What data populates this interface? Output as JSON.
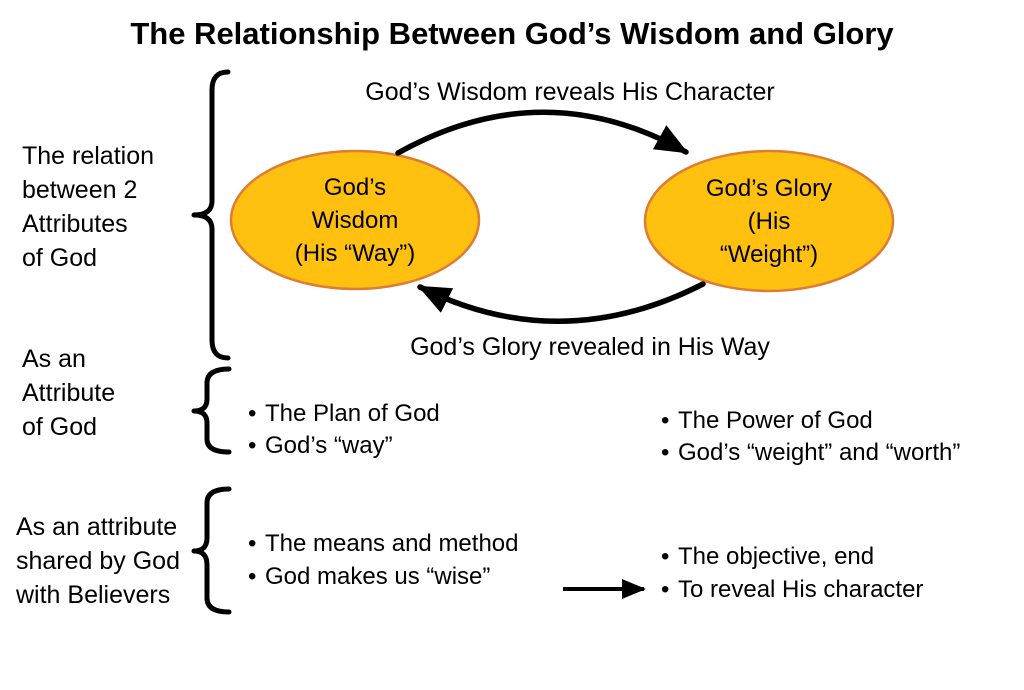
{
  "title": "The Relationship Between God’s Wisdom and Glory",
  "bullet_char": "•",
  "colors": {
    "ellipse_fill": "#FFC010",
    "ellipse_stroke": "#DE7C33",
    "arrow": "#000000"
  },
  "cycle": {
    "top_label": "God’s Wisdom reveals His Character",
    "bottom_label": "God’s Glory revealed in His Way",
    "left_ellipse": {
      "lines": [
        "God’s",
        "Wisdom",
        "(His “Way”)"
      ]
    },
    "right_ellipse": {
      "lines": [
        "God’s Glory",
        "(His",
        "“Weight”)"
      ]
    }
  },
  "rows": [
    {
      "label_lines": [
        "The relation",
        "between 2",
        "Attributes",
        "of God"
      ]
    },
    {
      "label_lines": [
        "As an",
        "Attribute",
        "of God"
      ],
      "left_items": [
        "The Plan of God",
        "God’s “way”"
      ],
      "right_items": [
        "The Power of God",
        "God’s “weight” and “worth”"
      ]
    },
    {
      "label_lines": [
        "As an attribute",
        "shared by God",
        "with Believers"
      ],
      "left_items": [
        "The means and method",
        "God makes us “wise”"
      ],
      "right_items": [
        "The objective, end",
        "To reveal His character"
      ]
    }
  ]
}
